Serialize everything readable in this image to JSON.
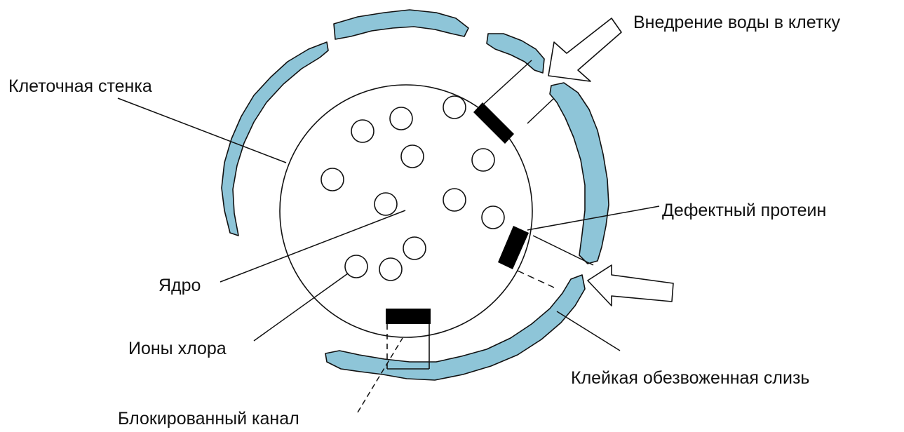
{
  "colors": {
    "cell_wall_fill": "#8ec5d8",
    "outline": "#111111",
    "defect_block": "#000000",
    "background": "#ffffff"
  },
  "labels": {
    "water_inflow": "Внедрение воды в клетку",
    "cell_wall": "Клеточная стенка",
    "defective_protein": "Дефектный протеин",
    "nucleus": "Ядро",
    "chloride_ions": "Ионы хлора",
    "sticky_mucus": "Клейкая обезвоженная слизь",
    "blocked_channel": "Блокированный канал"
  },
  "icons": {
    "water_arrow": "arrow-icon"
  }
}
